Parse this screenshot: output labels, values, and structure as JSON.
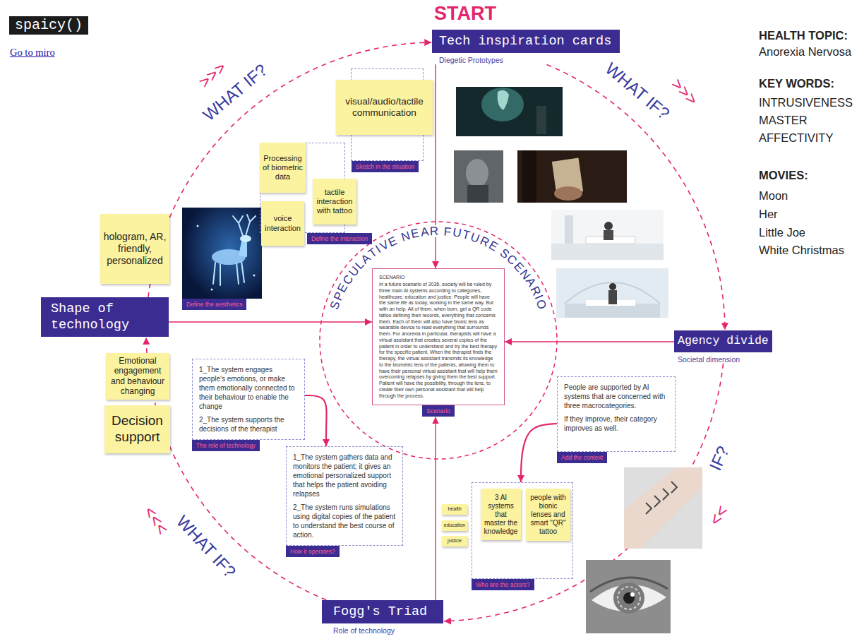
{
  "diagram": {
    "nodes": [
      {
        "text": [
          "spaicy()"
        ]
      },
      {
        "text": [
          "Tech inspiration cards",
          "Diegetic Prototypes"
        ]
      },
      {
        "text": [
          "Sketch in the situation"
        ]
      },
      {
        "text": [
          "visual/audio/tactile communication"
        ],
        "in": 2
      },
      {
        "text": [
          "Define the interaction"
        ]
      },
      {
        "text": [
          "Processing of biometric data"
        ],
        "in": 4
      },
      {
        "text": [
          "tactile interaction with tattoo"
        ],
        "in": 4
      },
      {
        "text": [
          "voice interaction"
        ],
        "in": 4
      },
      {
        "text": [
          "hologram, AR, friendly, personalized"
        ]
      },
      {
        "text": [
          "Define the aesthetics"
        ]
      },
      {
        "text": [
          "SCENARIO",
          "In a future scenario of 2035, society will be ruled by three main AI systems according to categories, healthcare, education and justice. People will have the same life as today, working in the same way. But with an help. All of them, when born, get a QR code tattoo defining their records, everything that concerns them. Each of them will also have bionic lens as wearable device to read everything that surrounds them. For anorexia in particular, therapists will have a virtual assistant that creates several copies of the patient in order to understand and try the best therapy for the specific patient. When the therapist finds the therapy, the virtual assistant transmits its knowledge to the biometric lens of the patients, allowing them to have their personal virtual assistant that will help them overcoming relapses by giving them the best support. Patient will have the possibility, through the lens, to create their own personal assistant that will help through the process.",
          "Scenario"
        ]
      },
      {
        "text": [
          "Shape of technology"
        ]
      },
      {
        "text": [
          "Agency divide",
          "Societal dimension"
        ]
      },
      {
        "text": [
          "Emotional engagement and behaviour changing"
        ]
      },
      {
        "text": [
          "1_The system engages people's emotions, or make them emotionally connected to their behaviour to enable the change",
          "2_The system supports the decisions of the therapist",
          "The role of technology"
        ]
      },
      {
        "text": [
          "People are supported by AI systems that are concerned with three macrocategories.",
          "If they improve, their category improves as well.",
          "Add the context"
        ]
      },
      {
        "text": [
          "Decision support"
        ]
      },
      {
        "text": [
          "1_The system gathers data and monitors the patient; it gives an emotional personalized support that helps the patient avoiding relapses",
          "2_The system runs simulations using digital copies of the patient to understand the best course of action.",
          "How it operates?"
        ]
      },
      {
        "text": [
          "Who are the actors?"
        ]
      },
      {
        "text": [
          "3 AI systems that master the knowledge"
        ],
        "in": 18
      },
      {
        "text": [
          "people with bionic lenses and smart \"QR\" tattoo"
        ],
        "in": 18
      },
      {
        "text": [
          "health"
        ]
      },
      {
        "text": [
          "education"
        ]
      },
      {
        "text": [
          "justice"
        ]
      },
      {
        "text": [
          "Fogg's Triad",
          "Role of technology"
        ]
      }
    ],
    "edges": [
      {
        "from": 1,
        "to": 10,
        "arrow": "to"
      },
      {
        "from": 12,
        "to": 10,
        "arrow": "to"
      },
      {
        "from": 24,
        "to": 10,
        "arrow": "to"
      },
      {
        "from": 11,
        "to": 10,
        "arrow": "to"
      },
      {
        "from": 1,
        "to": 12,
        "arrow": "to"
      },
      {
        "from": 12,
        "to": 24,
        "arrow": "to"
      },
      {
        "from": 24,
        "to": 11,
        "arrow": "to"
      },
      {
        "from": 11,
        "to": 1,
        "arrow": "to"
      },
      {
        "from": 15,
        "to": 18,
        "arrow": "to"
      },
      {
        "from": 14,
        "to": 17,
        "arrow": "to"
      }
    ],
    "labels": [
      "Go to miro",
      "START",
      "HEALTH TOPIC:",
      "Anorexia Nervosa",
      "KEY WORDS:",
      "INTRUSIVENESS",
      "MASTER",
      "AFFECTIVITY",
      "MOVIES:",
      "Moon",
      "Her",
      "Little Joe",
      "White Christmas",
      "WHAT IF?",
      ">>>",
      "WHAT IF?",
      ">>>",
      "IF?",
      "<<",
      "WHAT IF?",
      "<<<",
      "SPECULATIVE NEAR FUTURE SCENARIO"
    ]
  }
}
